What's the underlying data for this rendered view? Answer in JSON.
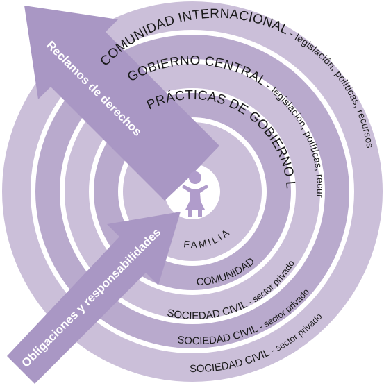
{
  "rings": {
    "comunidad_internacional": {
      "name": "COMUNIDAD INTERNACIONAL",
      "suffix": " - legislación, políticas, recursos"
    },
    "gobierno_central": {
      "name": "GOBIERNO CENTRAL",
      "suffix": " - legislación, políticas, recursos"
    },
    "practicas_gobierno_local": {
      "name": "PRÁCTICAS DE GOBIERNO LOCAL"
    },
    "familia": {
      "name": "FAMILIA"
    },
    "comunidad": {
      "name": "COMUNIDAD"
    },
    "sociedad_civil_1": {
      "name": "SOCIEDAD CIVIL",
      "suffix": " - sector privado"
    },
    "sociedad_civil_2": {
      "name": "SOCIEDAD CIVIL",
      "suffix": " - sector privado"
    },
    "sociedad_civil_3": {
      "name": "SOCIEDAD CIVIL",
      "suffix": " - sector privado"
    }
  },
  "arrows": {
    "outward": {
      "label": "Reclamos de derechos"
    },
    "inward": {
      "label": "Obligaciones y responsabilidades"
    }
  },
  "colors": {
    "ring_light": "#cbbfd9",
    "ring_mid": "#b9aacd",
    "ring_white": "#ffffff",
    "arrow": "#a997c4",
    "child": "#b09ccb"
  },
  "icons": {
    "center": "child-figure-icon"
  }
}
